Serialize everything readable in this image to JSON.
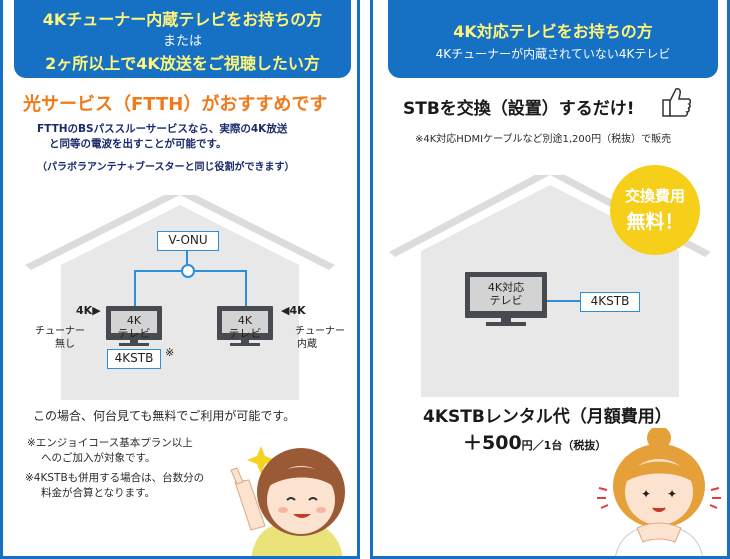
{
  "left": {
    "banner": {
      "line1": "4Kチューナー内蔵テレビをお持ちの方",
      "line2": "または",
      "line3": "2ヶ所以上で4K放送をご視聴したい方"
    },
    "headline": "光サービス（FTTH）がおすすめです",
    "body1": "FTTHのBSパススルーサービスなら、実際の4K放送",
    "body2": "と同等の電波を出すことが可能です。",
    "body3": "（パラボラアンテナ+ブースターと同じ役割ができます）",
    "diagram": {
      "onu_label": "V-ONU",
      "tv1_label": "4K\nテレビ",
      "tv2_label": "4K\nテレビ",
      "stb_label": "4KSTB",
      "stb_note_mark": "※",
      "left_tag_4k": "4K",
      "left_tag_line1": "チューナー",
      "left_tag_line2": "無し",
      "right_tag_4k": "4K",
      "right_tag_line1": "チューナー",
      "right_tag_line2": "内蔵"
    },
    "free_note": "この場合、何台見ても無料でご利用が可能です。",
    "note1a": "※エンジョイコース基本プラン以上",
    "note1b": "へのご加入が対象です。",
    "note2a": "※4KSTBも併用する場合は、台数分の",
    "note2b": "料金が合算となります。"
  },
  "right": {
    "banner": {
      "line1": "4K対応テレビをお持ちの方",
      "line2": "4Kチューナーが内蔵されていない4Kテレビ"
    },
    "headline": "STBを交換（設置）するだけ!",
    "cable_note": "※4K対応HDMIケーブルなど別途1,200円（税抜）で販売",
    "badge_line1": "交換費用",
    "badge_line2": "無料！",
    "tv_label": "4K対応\nテレビ",
    "stb_label": "4KSTB",
    "rental_title": "4KSTBレンタル代（月額費用）",
    "price_main": "＋500",
    "price_unit": "円／1台（税抜）"
  },
  "colors": {
    "brand_blue": "#1670c4",
    "accent_yellow": "#fff67a",
    "orange": "#f07a19",
    "house_gray": "#e8e8e8",
    "badge_yellow": "#f5cf1a"
  },
  "icons": [
    "thumbs-up-icon",
    "sparkle-icon"
  ]
}
